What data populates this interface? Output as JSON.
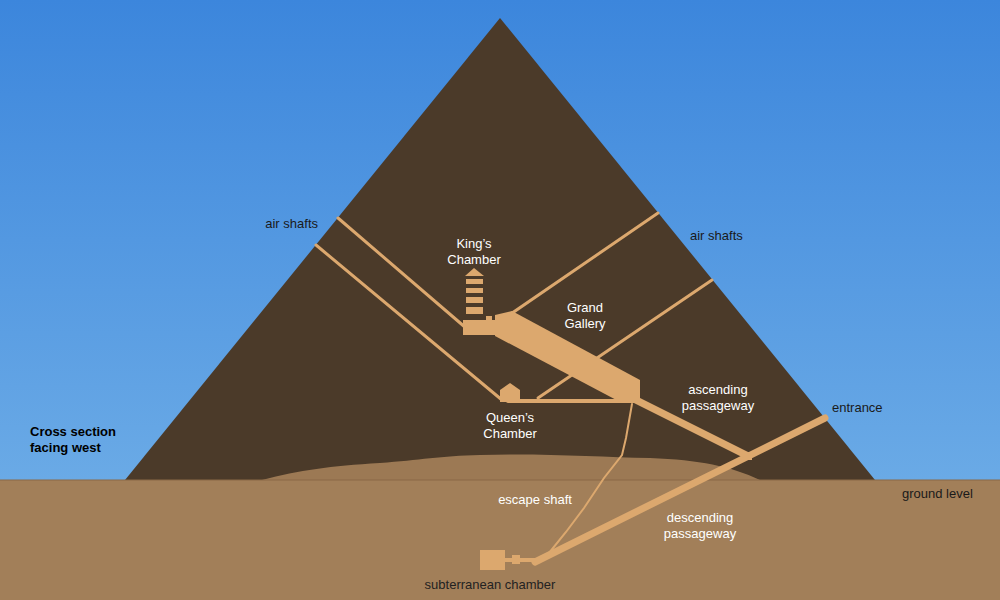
{
  "diagram": {
    "labels": [
      "air shafts",
      "King’s Chamber",
      "air shafts",
      "Grand Gallery",
      "ascending passageway",
      "entrance",
      "Cross section facing west",
      "Queen’s Chamber",
      "escape shaft",
      "ground level",
      "descending passageway",
      "subterranean chamber"
    ]
  }
}
